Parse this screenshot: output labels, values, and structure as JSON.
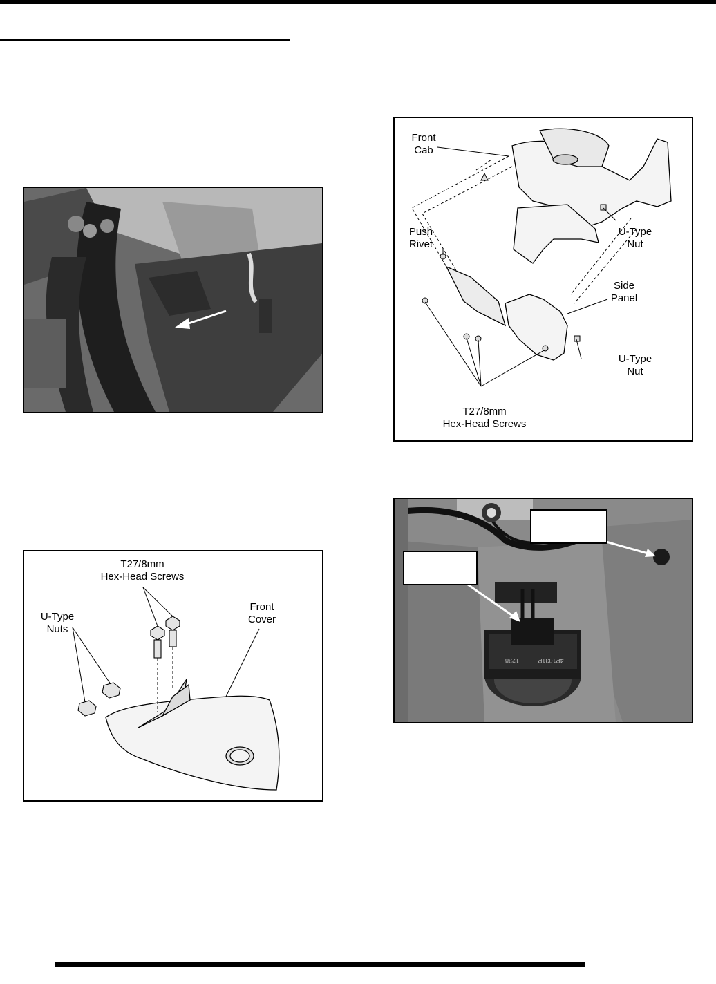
{
  "figure_tr": {
    "labels": {
      "front_cab": "Front\nCab",
      "push_rivet": "Push\nRivet",
      "u_type_nut_1": "U-Type\nNut",
      "side_panel": "Side\nPanel",
      "u_type_nut_2": "U-Type\nNut",
      "screws": "T27/8mm\nHex-Head Screws"
    }
  },
  "figure_bl": {
    "labels": {
      "screws": "T27/8mm\nHex-Head Screws",
      "u_type_nuts": "U-Type\nNuts",
      "front_cover": "Front\nCover"
    }
  },
  "photo_br": {
    "connector_text": "4P1031P",
    "connector_text_2": "1238"
  },
  "colors": {
    "rule": "#000000",
    "photo_dark": "#3a3a3a",
    "photo_mid": "#7a7a7a"
  }
}
